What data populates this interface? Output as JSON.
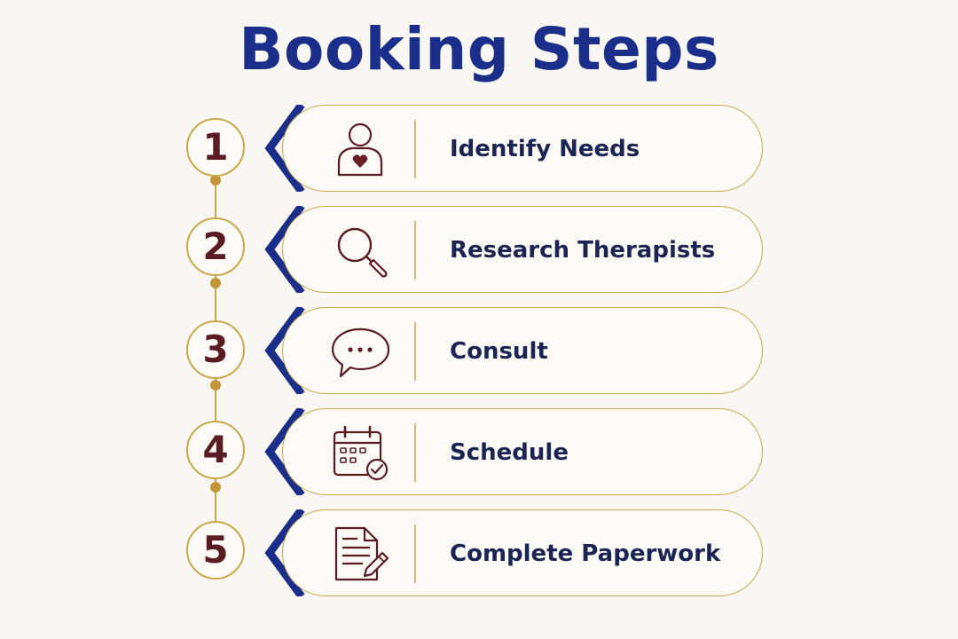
{
  "title": "Booking Steps",
  "colors": {
    "title": "#1a2e8a",
    "accent_navy": "#1a2e8a",
    "gold": "#c9a84c",
    "maroon": "#5a1c22",
    "label": "#1b2452",
    "background": "#f8f7f3"
  },
  "steps": [
    {
      "number": "1",
      "label": "Identify Needs",
      "icon": "person-heart-icon"
    },
    {
      "number": "2",
      "label": "Research Therapists",
      "icon": "magnifier-icon"
    },
    {
      "number": "3",
      "label": "Consult",
      "icon": "speech-bubble-icon"
    },
    {
      "number": "4",
      "label": "Schedule",
      "icon": "calendar-check-icon"
    },
    {
      "number": "5",
      "label": "Complete Paperwork",
      "icon": "document-pen-icon"
    }
  ]
}
